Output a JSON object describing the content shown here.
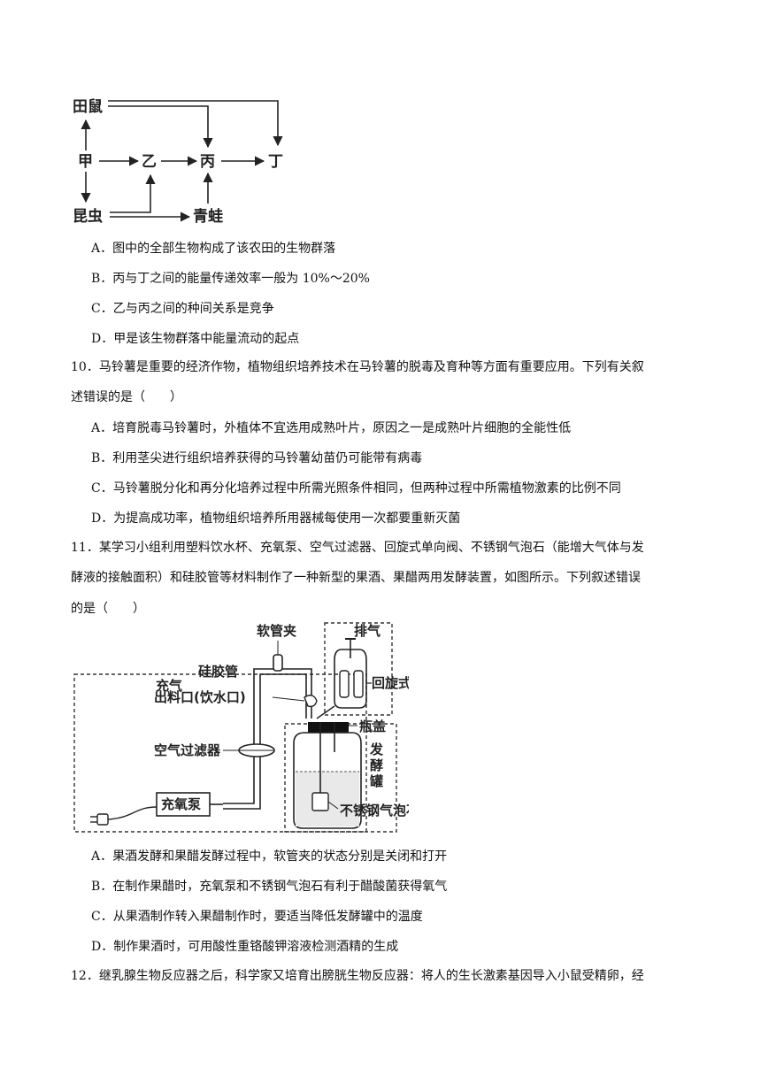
{
  "foodweb": {
    "nodes": {
      "tianshu": "田鼠",
      "jia": "甲",
      "yi": "乙",
      "bing": "丙",
      "ding": "丁",
      "kunchong": "昆虫",
      "qingwa": "青蛙"
    }
  },
  "q9_options": [
    {
      "label": "A．",
      "text": "图中的全部生物构成了该农田的生物群落"
    },
    {
      "label": "B．",
      "text": "丙与丁之间的能量传递效率一般为 10%～20%"
    },
    {
      "label": "C．",
      "text": "乙与丙之间的种间关系是竞争"
    },
    {
      "label": "D．",
      "text": "甲是该生物群落中能量流动的起点"
    }
  ],
  "q10": {
    "stem_line1": "10．马铃薯是重要的经济作物，植物组织培养技术在马铃薯的脱毒及育种等方面有重要应用。下列有关叙",
    "stem_line2": "述错误的是（　　）",
    "options": [
      {
        "label": "A．",
        "text": "培育脱毒马铃薯时，外植体不宜选用成熟叶片，原因之一是成熟叶片细胞的全能性低"
      },
      {
        "label": "B．",
        "text": "利用茎尖进行组织培养获得的马铃薯幼苗仍可能带有病毒"
      },
      {
        "label": "C．",
        "text": "马铃薯脱分化和再分化培养过程中所需光照条件相同，但两种过程中所需植物激素的比例不同"
      },
      {
        "label": "D．",
        "text": "为提高成功率，植物组织培养所用器械每使用一次都要重新灭菌"
      }
    ]
  },
  "q11": {
    "stem_line1": "11．某学习小组利用塑料饮水杯、充氧泵、空气过滤器、回旋式单向阀、不锈钢气泡石（能增大气体与发",
    "stem_line2": "酵液的接触面积）和硅胶管等材料制作了一种新型的果酒、果醋两用发酵装置，如图所示。下列叙述错误",
    "stem_line3": "的是（　　）",
    "apparatus_labels": {
      "paiqi": "排气",
      "ruanguanjia": "软管夹",
      "huixuan": "回旋式单向阀",
      "chongqi": "充气",
      "guijiaoguan": "硅胶管",
      "chuliaokou": "出料口(饮水口)",
      "pinggai": "瓶盖",
      "kongqi": "空气过滤器",
      "fa": "发",
      "jiao": "酵",
      "guan": "罐",
      "chongyangbeng": "充氧泵",
      "buxiugang": "不锈钢气泡石"
    },
    "options": [
      {
        "label": "A．",
        "text": "果酒发酵和果醋发酵过程中，软管夹的状态分别是关闭和打开"
      },
      {
        "label": "B．",
        "text": "在制作果醋时，充氧泵和不锈钢气泡石有利于醋酸菌获得氧气"
      },
      {
        "label": "C．",
        "text": "从果酒制作转入果醋制作时，要适当降低发酵罐中的温度"
      },
      {
        "label": "D．",
        "text": "制作果酒时，可用酸性重铬酸钾溶液检测酒精的生成"
      }
    ]
  },
  "q12": {
    "stem_line1": "12．继乳腺生物反应器之后，科学家又培育出膀胱生物反应器：将人的生长激素基因导入小鼠受精卵，经"
  }
}
